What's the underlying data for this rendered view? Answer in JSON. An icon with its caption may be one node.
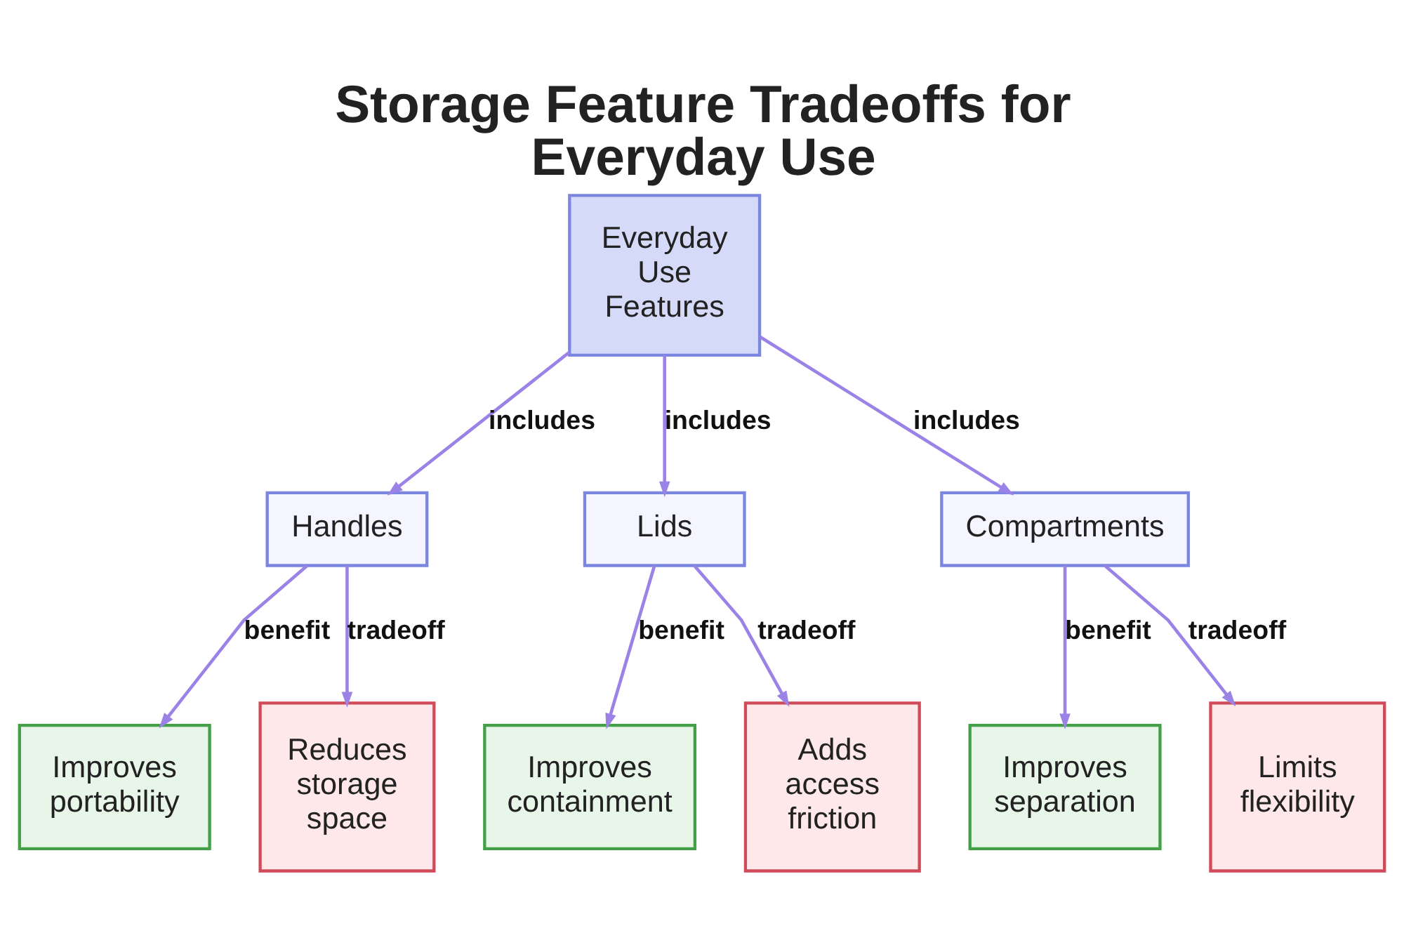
{
  "diagram": {
    "title": "Storage Feature Tradeoffs for Everyday Use",
    "nodes": [
      {
        "text": [
          "Everyday Use Features"
        ]
      },
      {
        "text": [
          "Handles"
        ]
      },
      {
        "text": [
          "Lids"
        ]
      },
      {
        "text": [
          "Compartments"
        ]
      },
      {
        "text": [
          "Improves portability"
        ]
      },
      {
        "text": [
          "Reduces storage space"
        ]
      },
      {
        "text": [
          "Improves containment"
        ]
      },
      {
        "text": [
          "Adds access friction"
        ]
      },
      {
        "text": [
          "Improves separation"
        ]
      },
      {
        "text": [
          "Limits flexibility"
        ]
      }
    ],
    "edges": [
      {
        "from": 0,
        "to": 1,
        "arrow": "to",
        "label": "includes"
      },
      {
        "from": 0,
        "to": 2,
        "arrow": "to",
        "label": "includes"
      },
      {
        "from": 0,
        "to": 3,
        "arrow": "to",
        "label": "includes"
      },
      {
        "from": 1,
        "to": 4,
        "arrow": "to",
        "label": "benefit"
      },
      {
        "from": 1,
        "to": 5,
        "arrow": "to",
        "label": "tradeoff"
      },
      {
        "from": 2,
        "to": 6,
        "arrow": "to",
        "label": "benefit"
      },
      {
        "from": 2,
        "to": 7,
        "arrow": "to",
        "label": "tradeoff"
      },
      {
        "from": 3,
        "to": 8,
        "arrow": "to",
        "label": "benefit"
      },
      {
        "from": 3,
        "to": 9,
        "arrow": "to",
        "label": "tradeoff"
      }
    ]
  }
}
